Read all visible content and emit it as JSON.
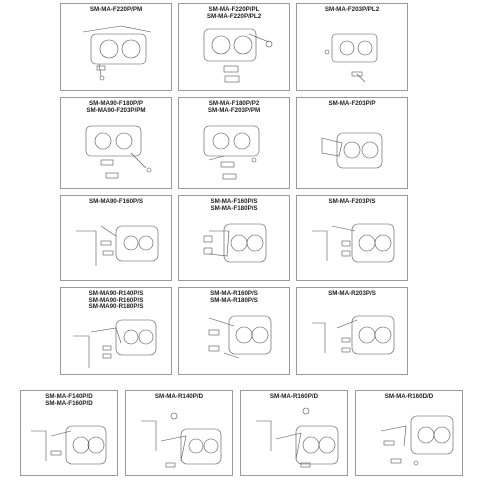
{
  "panels": [
    {
      "title": "SM-MA-F220P/PM"
    },
    {
      "title": "SM-MA-F220P/PL\nSM-MA-F220P/PL2"
    },
    {
      "title": "SM-MA-F203P/PL2"
    },
    {
      "title": "SM-MA90-F180P/P\nSM-MA90-F203P/PM"
    },
    {
      "title": "SM-MA-F180P/P2\nSM-MA-F203P/PM"
    },
    {
      "title": "SM-MA-F203P/P"
    },
    {
      "title": "SM-MA90-F160P/S"
    },
    {
      "title": "SM-MA-F160P/S\nSM-MA-F180P/S"
    },
    {
      "title": "SM-MA-F203P/S"
    },
    {
      "title": "SM-MA90-R140P/S\nSM-MA90-R160P/S\nSM-MA90-R180P/S"
    },
    {
      "title": "SM-MA-R160P/S\nSM-MA-R180P/S"
    },
    {
      "title": "SM-MA-R203P/S"
    },
    {
      "title": "SM-MA-F140P/D\nSM-MA-F160P/D"
    },
    {
      "title": "SM-MA-R140P/D"
    },
    {
      "title": "SM-MA-R160P/D"
    },
    {
      "title": "SM-MA-R160D/D"
    }
  ]
}
